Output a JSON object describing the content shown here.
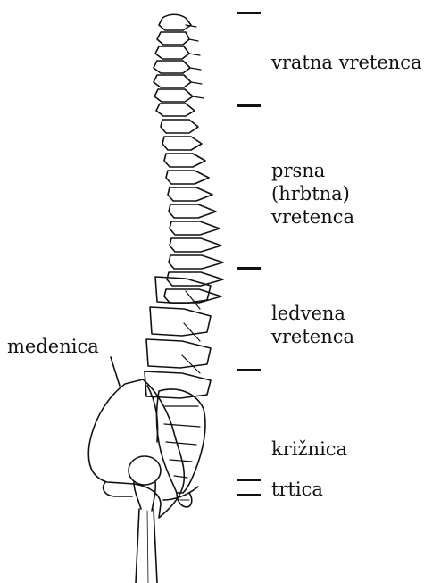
{
  "labels": {
    "cervical": "vratna vretenca",
    "thoracic": "prsna\n(hrbtna)\nvretenca",
    "lumbar": "ledvena\nvretenca",
    "sacrum": "križnica",
    "coccyx": "trtica",
    "pelvis": "medenica"
  },
  "colors": {
    "ink": "#111111",
    "background": "#ffffff"
  }
}
